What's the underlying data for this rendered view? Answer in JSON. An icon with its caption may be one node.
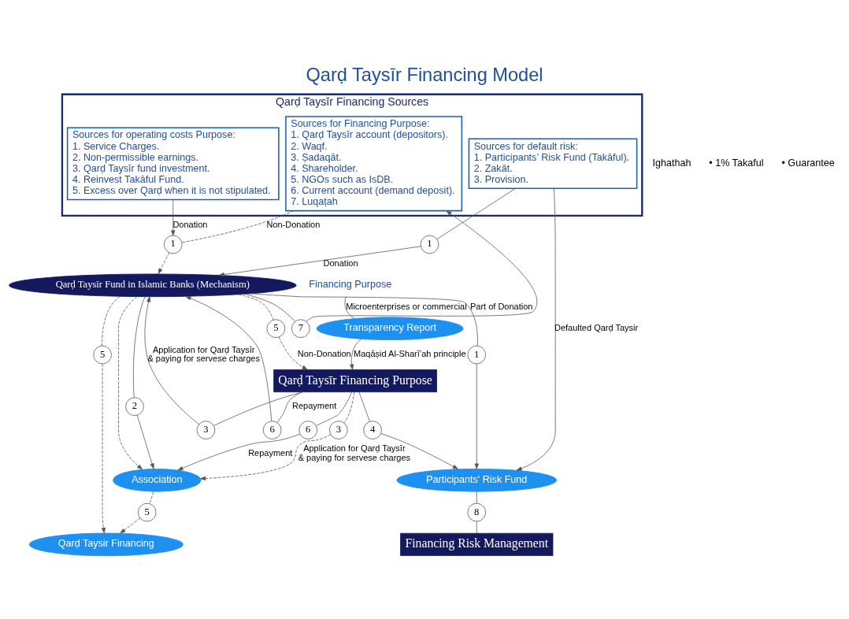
{
  "diagram": {
    "title": "Qarḍ Taysīr Financing Model",
    "nodes": [
      {
        "text": [
          "Qarḍ Taysīr Financing Sources"
        ]
      },
      {
        "text": [
          "Sources for Financing Purpose:",
          "1. Qarḍ Taysīr account (depositors).",
          "2. Waqf.",
          "3. Ṣadaqāt.",
          "4. Shareholder.",
          "5. NGOs such as IsDB.",
          "6. Current account (demand deposit).",
          "7. Luqaṭah"
        ],
        "in": 0
      },
      {
        "text": [
          "Sources for operating costs Purpose:",
          "1. Service Charges.",
          "2. Non-permissible earnings.",
          "3. Qarḍ Taysīr fund investment.",
          "4. Reinvest Takāful Fund.",
          "5. Excess over Qarḍ when it is not stipulated."
        ],
        "in": 0
      },
      {
        "text": [
          "Sources for default risk:",
          "1. Participants’ Risk Fund (Takāful).",
          "2. Zakāt.",
          "3. Provision."
        ],
        "in": 0
      },
      {
        "text": [
          "Financing Purpose"
        ]
      },
      {
        "text": [
          "Transparency Report"
        ]
      },
      {
        "text": [
          "Qarḍ Taysīr Financing Purpose"
        ]
      },
      {
        "text": [
          "Qarḍ Taysir Financing"
        ]
      },
      {
        "text": [
          "Association"
        ]
      },
      {
        "text": [
          "Qarḍ Taysīr Fund in Islamic Banks (Mechanism)"
        ]
      },
      {
        "text": [
          "Participants' Risk Fund"
        ]
      },
      {
        "text": [
          "Financing Risk Management"
        ]
      },
      {
        "text": [
          "5"
        ]
      },
      {
        "text": [
          "7"
        ]
      },
      {
        "text": [
          "3"
        ]
      },
      {
        "text": [
          "6"
        ]
      },
      {
        "text": [
          "5"
        ]
      },
      {
        "text": [
          "5"
        ]
      },
      {
        "text": [
          "1"
        ]
      },
      {
        "text": [
          "2"
        ]
      },
      {
        "text": [
          "3"
        ]
      },
      {
        "text": [
          "1"
        ]
      },
      {
        "text": [
          "6"
        ]
      },
      {
        "text": [
          "1"
        ]
      },
      {
        "text": [
          "4"
        ]
      },
      {
        "text": [
          "8"
        ]
      }
    ],
    "edges": [
      {
        "from": 4,
        "to": 5,
        "arrow": "none",
        "label": "Microenterprises or commercial"
      },
      {
        "from": 5,
        "to": 6,
        "arrow": "to",
        "label": "Maqāṣid Al-Sharī’ah principle"
      },
      {
        "from": 9,
        "to": 12,
        "arrow": "none",
        "style": "dashed"
      },
      {
        "from": 12,
        "to": 6,
        "arrow": "to",
        "style": "dashed",
        "label": "Non-Donation"
      },
      {
        "from": 9,
        "to": 13,
        "arrow": "none"
      },
      {
        "from": 13,
        "to": 1,
        "arrow": "to"
      },
      {
        "from": 6,
        "to": 15,
        "arrow": "none"
      },
      {
        "from": 15,
        "to": 8,
        "arrow": "to",
        "label": "Repayment"
      },
      {
        "from": 6,
        "to": 14,
        "arrow": "none",
        "style": "dashed"
      },
      {
        "from": 14,
        "to": 8,
        "arrow": "to",
        "style": "dashed",
        "label": "Application for Qarḍ Taysīr & paying for servese charges"
      },
      {
        "from": 9,
        "to": 16,
        "arrow": "none",
        "style": "dashed"
      },
      {
        "from": 16,
        "to": 7,
        "arrow": "to",
        "style": "dashed"
      },
      {
        "from": 8,
        "to": 17,
        "arrow": "none",
        "style": "dashed"
      },
      {
        "from": 17,
        "to": 7,
        "arrow": "to",
        "style": "dashed"
      },
      {
        "from": 1,
        "to": 18,
        "arrow": "none",
        "style": "dashed",
        "label": "Non-Donation"
      },
      {
        "from": 2,
        "to": 18,
        "arrow": "to",
        "label": "Donation"
      },
      {
        "from": 18,
        "to": 9,
        "arrow": "to",
        "style": "dashed"
      },
      {
        "from": 9,
        "to": 19,
        "arrow": "none"
      },
      {
        "from": 19,
        "to": 8,
        "arrow": "to"
      },
      {
        "from": 9,
        "to": 8,
        "arrow": "to",
        "style": "dashed"
      },
      {
        "from": 6,
        "to": 20,
        "arrow": "none"
      },
      {
        "from": 20,
        "to": 9,
        "arrow": "to",
        "label": "Application for Qarḍ Taysīr & paying for servese charges"
      },
      {
        "from": 3,
        "to": 21,
        "arrow": "none"
      },
      {
        "from": 21,
        "to": 9,
        "arrow": "to",
        "label": "Donation"
      },
      {
        "from": 6,
        "to": 22,
        "arrow": "none",
        "label": "Repayment"
      },
      {
        "from": 22,
        "to": 9,
        "arrow": "to"
      },
      {
        "from": 9,
        "to": 23,
        "arrow": "none",
        "label": "Part of Donation"
      },
      {
        "from": 23,
        "to": 10,
        "arrow": "to"
      },
      {
        "from": 3,
        "to": 10,
        "arrow": "to",
        "label": "Defaulted Qarḍ Taysir"
      },
      {
        "from": 6,
        "to": 24,
        "arrow": "none"
      },
      {
        "from": 24,
        "to": 10,
        "arrow": "to"
      },
      {
        "from": 10,
        "to": 25,
        "arrow": "none"
      },
      {
        "from": 25,
        "to": 11,
        "arrow": "none"
      }
    ],
    "labels": [
      "Ighathah",
      "• 1% Takaful",
      "• Guarantee"
    ]
  }
}
